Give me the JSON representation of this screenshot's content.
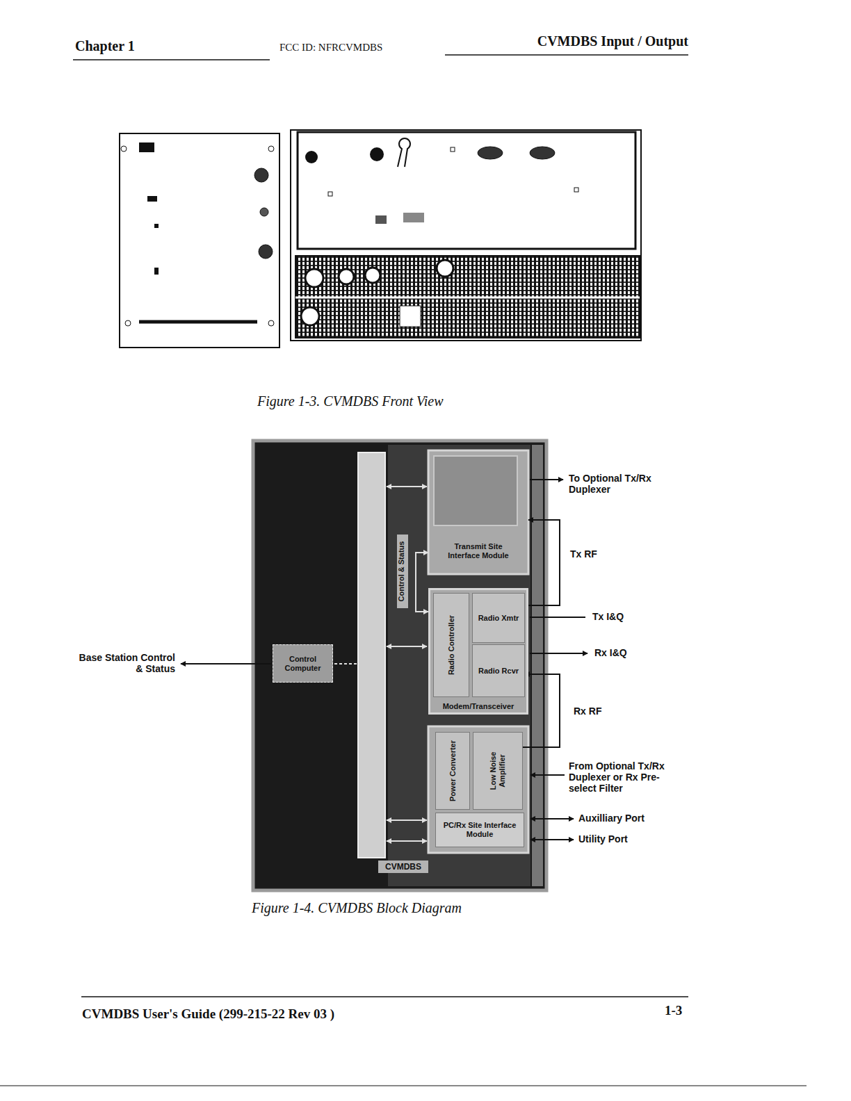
{
  "diagram": {
    "caption": "Figure 1-4. CVMDBS Block Diagram",
    "nodes": [
      {
        "text": [
          "CVMDBS"
        ]
      },
      {
        "text": [
          "Control Computer"
        ],
        "in": 0
      },
      {
        "text": [
          "Transmit Site Interface Module"
        ],
        "in": 0
      },
      {
        "text": [
          "Modem/Transceiver"
        ],
        "in": 0
      },
      {
        "text": [
          "Radio Controller"
        ],
        "in": 3
      },
      {
        "text": [
          "Radio Xmtr"
        ],
        "in": 3
      },
      {
        "text": [
          "Radio Rcvr"
        ],
        "in": 3
      },
      {
        "text": [
          "Power Converter"
        ],
        "in": 0
      },
      {
        "text": [
          "Low Noise Amplifier"
        ],
        "in": 0
      },
      {
        "text": [
          "PC/Rx Site Interface Module"
        ],
        "in": 0
      }
    ],
    "edges": [
      {
        "from": 2,
        "to": 3,
        "label": "Control & Status",
        "arrow": "both"
      },
      {
        "from": 5,
        "to": 2,
        "label": "Tx RF",
        "arrow": "to"
      },
      {
        "from": 8,
        "to": 6,
        "label": "Rx RF",
        "arrow": "to"
      }
    ],
    "labels": [
      "Chapter 1",
      "FCC ID: NFRCVMDBS",
      "CVMDBS Input / Output",
      "Figure 1-3. CVMDBS Front View",
      "To Optional Tx/Rx Duplexer",
      "Tx I&Q",
      "Rx I&Q",
      "From Optional Tx/Rx Duplexer or Rx Pre-select Filter",
      "Auxilliary Port",
      "Utility Port",
      "Base Station Control & Status",
      "CVMDBS User's Guide (299-215-22 Rev 03 )",
      "1-3"
    ]
  }
}
